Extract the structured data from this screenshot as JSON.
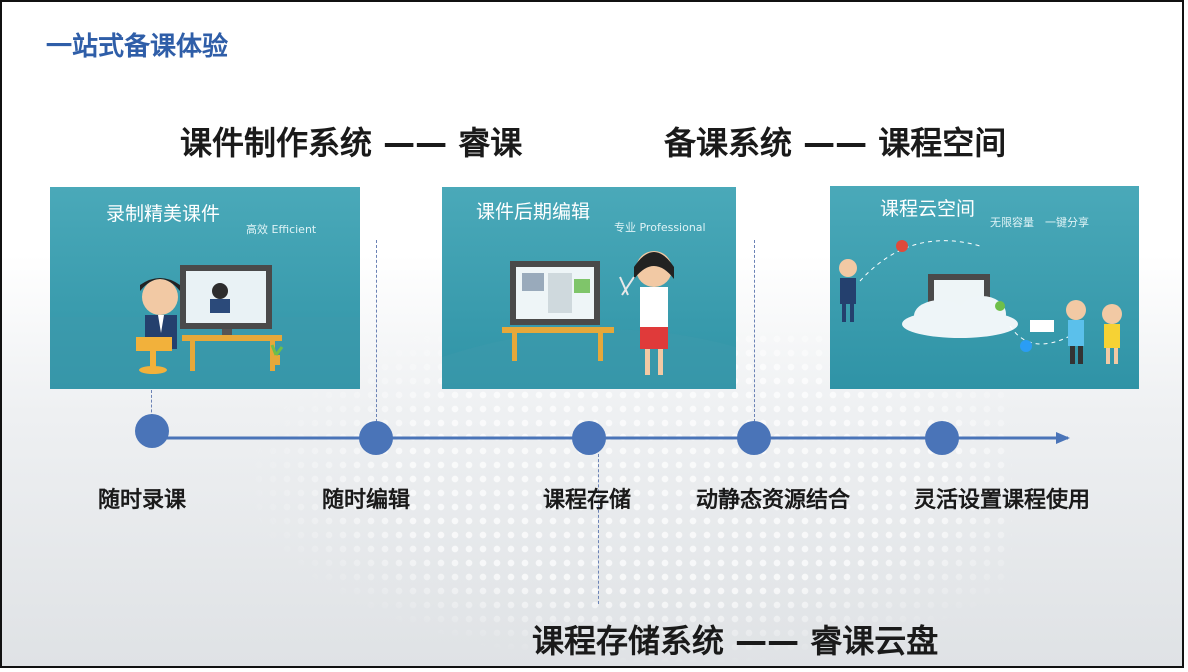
{
  "page": {
    "title": "一站式备课体验"
  },
  "systems": {
    "courseware": "课件制作系统 —— 睿课",
    "prep": "备课系统 —— 课程空间",
    "storage": "课程存储系统 —— 睿课云盘"
  },
  "panels": [
    {
      "title": "录制精美课件",
      "subtitle": "高效 Efficient"
    },
    {
      "title": "课件后期编辑",
      "subtitle": "专业 Professional"
    },
    {
      "title": "课程云空间",
      "subtitle": "无限容量　一键分享"
    }
  ],
  "timeline": {
    "nodes": [
      {
        "label": "随时录课"
      },
      {
        "label": "随时编辑"
      },
      {
        "label": "课程存储"
      },
      {
        "label": "动静态资源结合"
      },
      {
        "label": "灵活设置课程使用"
      }
    ]
  },
  "colors": {
    "accent": "#2f5ea8",
    "panel": "#3a9fb1",
    "timeline": "#4a74b8"
  }
}
